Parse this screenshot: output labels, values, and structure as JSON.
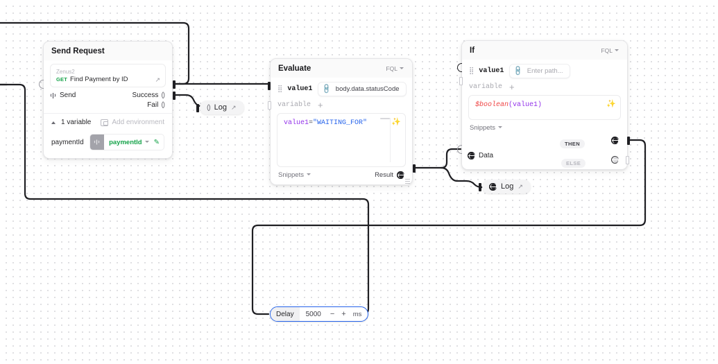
{
  "canvas": {
    "title": "flow-canvas"
  },
  "nodes": {
    "send_request": {
      "title": "Send Request",
      "collection": "Zenus2",
      "method": "GET",
      "request_name": "Find Payment by ID",
      "open_icon": "↗",
      "input_port": "Send",
      "outputs": {
        "success": "Success",
        "fail": "Fail",
        "paren": "()"
      },
      "variables_label": "1 variable",
      "add_environment": "Add environment",
      "variable_key": "paymentId",
      "variable_value": "paymentId",
      "variable_chevron": "⌄",
      "pin_icon": "✎"
    },
    "evaluate": {
      "title": "Evaluate",
      "lang": "FQL",
      "field_name": "value1",
      "field_path": "body.data.statusCode",
      "variable_word": "variable",
      "add": "+",
      "code_var": "value1",
      "code_op": "=",
      "code_str": "\"WAITING_FOR\"",
      "snippets": "Snippets",
      "result": "Result",
      "magic_icon": "✨"
    },
    "if": {
      "title": "If",
      "lang": "FQL",
      "field_name": "value1",
      "field_placeholder": "Enter path...",
      "variable_word": "variable",
      "add": "+",
      "code_fn": "$boolean",
      "code_arg": "(value1)",
      "snippets": "Snippets",
      "data_port": "Data",
      "then": "THEN",
      "else": "ELSE",
      "magic_icon": "✨"
    },
    "log_1": {
      "label": "Log",
      "port_icon": "()",
      "arrow": "↗"
    },
    "log_2": {
      "label": "Log",
      "port_icon": "data-globe",
      "arrow": "↗"
    },
    "delay": {
      "label": "Delay",
      "value": "5000",
      "minus": "−",
      "plus": "+",
      "unit": "ms",
      "selected": true
    }
  },
  "colors": {
    "edge": "#1f1f23",
    "edge_light": "#cfcfd4",
    "accent_selected": "#2563eb",
    "method_get": "#17a34a",
    "variable_green": "#16a34a",
    "token_string": "#2563eb",
    "token_variable": "#9333ea",
    "token_function": "#ef4444",
    "magic_purple": "#7c3aed",
    "canvas_bg": "#ffffff",
    "grid_dot": "#d4d4d8"
  }
}
